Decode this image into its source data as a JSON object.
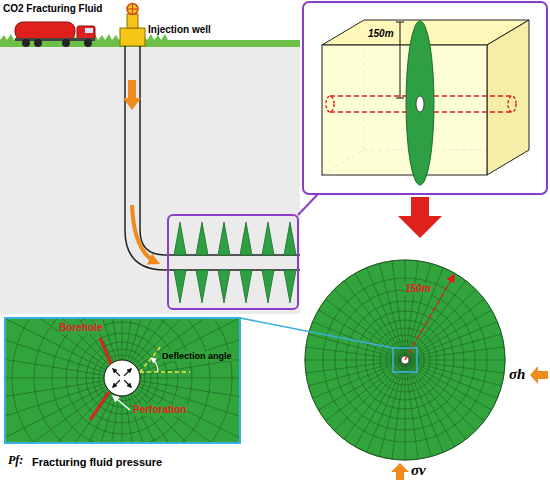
{
  "diagram": {
    "labels": [
      "CO2 Fracturing Fluid",
      "Injection well",
      "150m",
      "150m",
      "σh",
      "σv",
      "Borehole",
      "Deflection angle",
      "Perforation",
      "Pf:",
      "Fracturing fluid pressure"
    ]
  }
}
